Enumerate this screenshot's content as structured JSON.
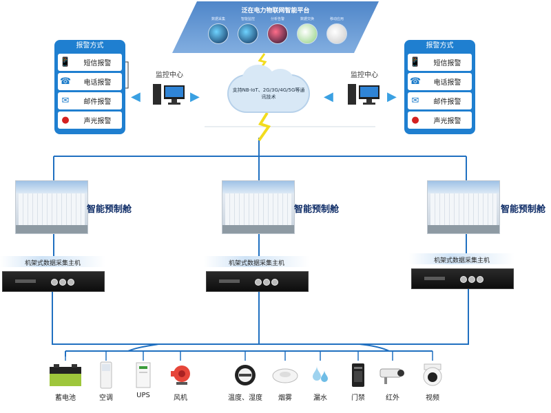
{
  "platform": {
    "title": "泛在电力物联网智能平台",
    "items": [
      {
        "label": "数据采集",
        "icon": "server-icon"
      },
      {
        "label": "智能监控",
        "icon": "circuit-icon"
      },
      {
        "label": "分析告警",
        "icon": "analysis-icon"
      },
      {
        "label": "数据交换",
        "icon": "exchange-icon"
      },
      {
        "label": "移动应用",
        "icon": "mobile-icon"
      }
    ]
  },
  "alarm_left": {
    "title": "报警方式",
    "items": [
      {
        "label": "短信报警",
        "icon": "phone-icon"
      },
      {
        "label": "电话报警",
        "icon": "telephone-icon"
      },
      {
        "label": "邮件报警",
        "icon": "mail-icon"
      },
      {
        "label": "声光报警",
        "icon": "siren-icon"
      }
    ]
  },
  "alarm_right": {
    "title": "报警方式",
    "items": [
      {
        "label": "短信报警",
        "icon": "phone-icon"
      },
      {
        "label": "电话报警",
        "icon": "telephone-icon"
      },
      {
        "label": "邮件报警",
        "icon": "mail-icon"
      },
      {
        "label": "声光报警",
        "icon": "siren-icon"
      }
    ]
  },
  "monitor_left": {
    "label": "监控中心"
  },
  "monitor_right": {
    "label": "监控中心"
  },
  "cloud": {
    "text": "支持NB-IoT、2G/3G/4G/5G等通讯技术"
  },
  "cabins": [
    {
      "label": "智能预制舱"
    },
    {
      "label": "智能预制舱"
    },
    {
      "label": "智能预制舱"
    }
  ],
  "hosts": [
    {
      "label": "机架式数据采集主机"
    },
    {
      "label": "机架式数据采集主机"
    },
    {
      "label": "机架式数据采集主机"
    }
  ],
  "devices": [
    {
      "label": "蓄电池",
      "icon": "battery-icon"
    },
    {
      "label": "空调",
      "icon": "air-conditioner-icon"
    },
    {
      "label": "UPS",
      "icon": "ups-icon"
    },
    {
      "label": "风机",
      "icon": "fan-icon"
    },
    {
      "label": "温度、湿度",
      "icon": "thermometer-icon"
    },
    {
      "label": "烟雾",
      "icon": "smoke-detector-icon"
    },
    {
      "label": "漏水",
      "icon": "water-drop-icon"
    },
    {
      "label": "门禁",
      "icon": "access-control-icon"
    },
    {
      "label": "红外",
      "icon": "infrared-icon"
    },
    {
      "label": "视频",
      "icon": "camera-icon"
    }
  ],
  "colors": {
    "accent": "#1f7fd0",
    "line": "#1f6fc0",
    "arrow": "#3aa0e2",
    "lightning": "#f2dc1e",
    "cabin_label": "#0d2b66"
  }
}
